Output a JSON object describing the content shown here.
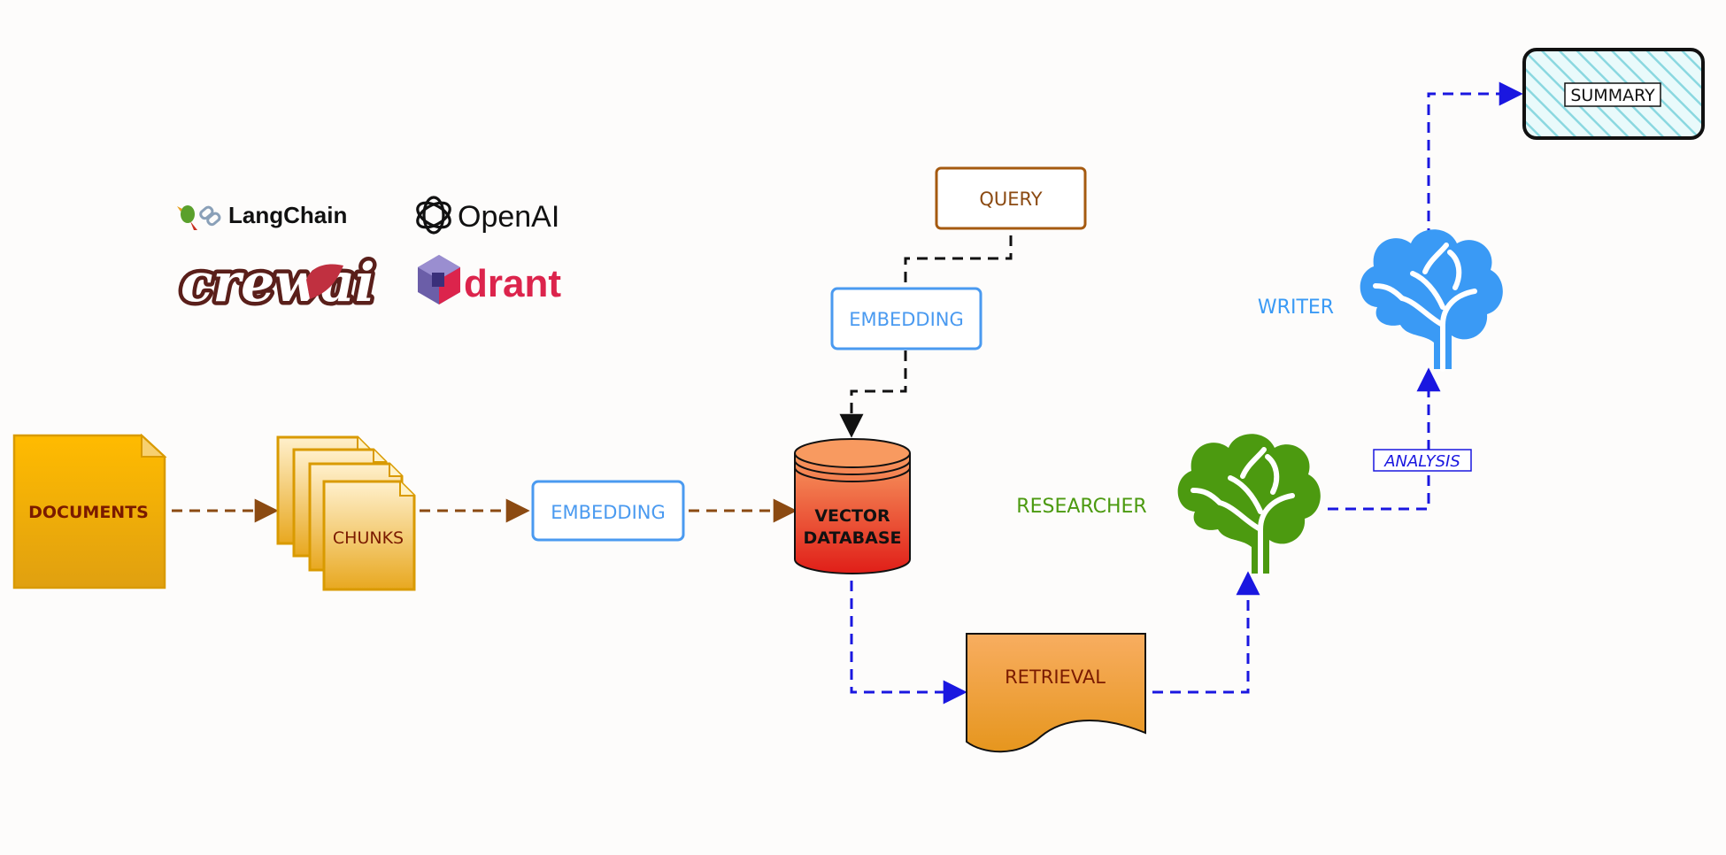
{
  "logos": {
    "langchain": "LangChain",
    "openai": "OpenAI",
    "crewai": "crewai",
    "qdrant": "drant"
  },
  "nodes": {
    "documents": "DOCUMENTS",
    "chunks": "CHUNKS",
    "embedding_doc": "EMBEDDING",
    "vector_db_line1": "VECTOR",
    "vector_db_line2": "DATABASE",
    "query": "QUERY",
    "embedding_query": "EMBEDDING",
    "retrieval": "RETRIEVAL",
    "researcher": "RESEARCHER",
    "writer": "WRITER",
    "analysis": "ANALYSIS",
    "summary": "SUMMARY"
  },
  "colors": {
    "document_fill": "#f7b500",
    "document_stroke": "#d99a00",
    "document_text": "#7a1a00",
    "ingest_arrow": "#8b4a12",
    "query_arrow": "#111111",
    "flow_arrow": "#1a17e0",
    "embedding_blue": "#4a9af0",
    "query_brown": "#8b4a12",
    "db_top": "#f7955a",
    "db_bottom": "#e2261a",
    "retrieval_top": "#f7a95a",
    "retrieval_bottom": "#e6961e",
    "researcher_green": "#4c9a10",
    "writer_blue": "#3a9af5",
    "analysis_blue": "#1a17e0",
    "summary_fill": "#c8f0f4",
    "crewai_red": "#c03040",
    "crewai_dark": "#5a1f1a",
    "qdrant_red": "#dc244c",
    "qdrant_purple": "#6b5ea8"
  }
}
